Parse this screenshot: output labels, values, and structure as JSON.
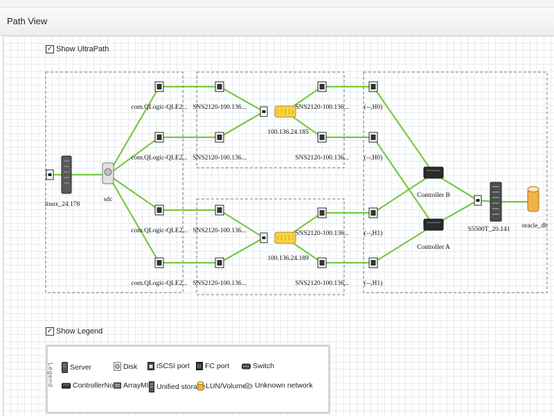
{
  "header": {
    "title": "Path View"
  },
  "show_ultrapath": {
    "label": "Show UltraPath",
    "checked": true
  },
  "show_legend": {
    "label": "Show Legend",
    "checked": true
  },
  "nodes": {
    "host": "linux_24.178",
    "disk": "sdc",
    "hba": [
      "com.QLogic-QLE2...",
      "com.QLogic-QLE2...",
      "com.QLogic-QLE2...",
      "com.QLogic-QLE2..."
    ],
    "switch_ports_left": [
      "SNS2120-100.136...",
      "SNS2120-100.136...",
      "SNS2120-100.136...",
      "SNS2120-100.136..."
    ],
    "switch_ports_right": [
      "SNS2120-100.136...",
      "SNS2120-100.136...",
      "SNS2120-100.136...",
      "SNS2120-100.136..."
    ],
    "switches": [
      "100.136.24.185",
      "100.136.24.189"
    ],
    "storage_ports": [
      "(--,H0)",
      "(--,H0)",
      "(--,H1)",
      "(--,H1)"
    ],
    "controllers": [
      "Controller B",
      "Controller A"
    ],
    "storage": "S5500T_20.141",
    "lun": "oracle_db"
  },
  "legend": {
    "title": "Legend",
    "items": [
      {
        "label": "Server",
        "icon": "server-icon"
      },
      {
        "label": "Disk",
        "icon": "disk-icon"
      },
      {
        "label": "iSCSI port",
        "icon": "iscsi-port-icon"
      },
      {
        "label": "FC port",
        "icon": "fc-port-icon"
      },
      {
        "label": "Switch",
        "icon": "switch-icon"
      },
      {
        "label": "ControllerNode",
        "icon": "controller-node-icon"
      },
      {
        "label": "ArrayMIS",
        "icon": "arraymis-icon"
      },
      {
        "label": "Unified storage",
        "icon": "unified-storage-icon"
      },
      {
        "label": "LUN/Volume",
        "icon": "lun-volume-icon"
      },
      {
        "label": "Unknown network",
        "icon": "unknown-network-icon"
      }
    ]
  },
  "colors": {
    "link": "#77c83e",
    "switch_fill": "#f7d347",
    "lun_fill": "#f2b24a",
    "port_fill": "#333333",
    "group_border": "#777777"
  }
}
